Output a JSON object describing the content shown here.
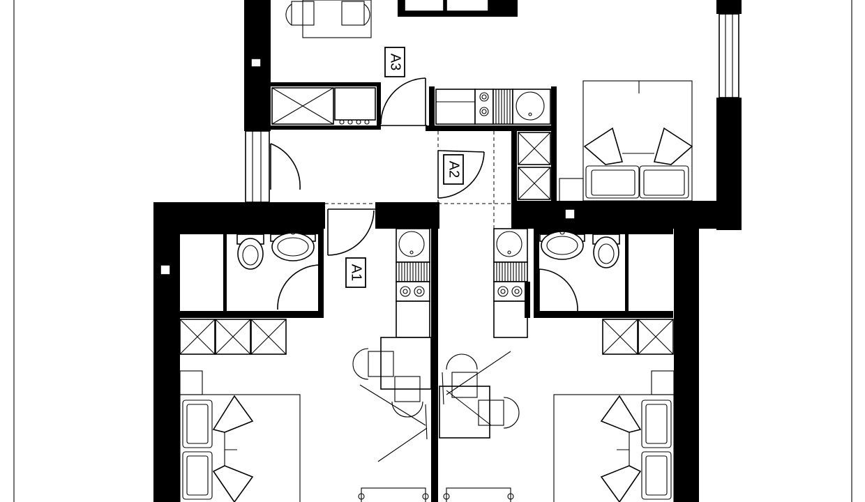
{
  "floorplan": {
    "labels": {
      "a1": "A1",
      "a2": "A2",
      "a3": "A3"
    }
  }
}
